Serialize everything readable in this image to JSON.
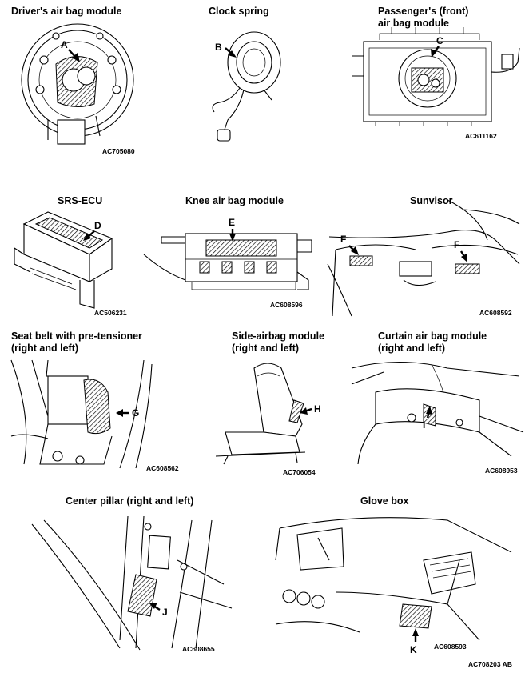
{
  "panels": [
    {
      "id": "driver",
      "title": "Driver's air bag module",
      "callouts": [
        "A"
      ],
      "code": "AC705080"
    },
    {
      "id": "clock",
      "title": "Clock spring",
      "callouts": [
        "B"
      ],
      "code": ""
    },
    {
      "id": "passenger",
      "title": "Passenger's (front)\nair bag module",
      "callouts": [
        "C"
      ],
      "code": "AC611162"
    },
    {
      "id": "srsecu",
      "title": "SRS-ECU",
      "callouts": [
        "D"
      ],
      "code": "AC506231"
    },
    {
      "id": "knee",
      "title": "Knee air bag module",
      "callouts": [
        "E"
      ],
      "code": "AC608596"
    },
    {
      "id": "sunvisor",
      "title": "Sunvisor",
      "callouts": [
        "F",
        "F"
      ],
      "code": "AC608592"
    },
    {
      "id": "seatbelt",
      "title": "Seat belt with pre-tensioner\n(right and left)",
      "callouts": [
        "G"
      ],
      "code": "AC608562"
    },
    {
      "id": "sideairbag",
      "title": "Side-airbag module\n(right and left)",
      "callouts": [
        "H"
      ],
      "code": "AC706054"
    },
    {
      "id": "curtain",
      "title": "Curtain air bag module\n(right and left)",
      "callouts": [
        "I"
      ],
      "code": "AC608953"
    },
    {
      "id": "centerpillar",
      "title": "Center pillar (right and left)",
      "callouts": [
        "J"
      ],
      "code": "AC608655"
    },
    {
      "id": "glovebox",
      "title": "Glove box",
      "callouts": [
        "K"
      ],
      "code": "AC608593"
    }
  ],
  "figure_code": "AC708203 AB"
}
